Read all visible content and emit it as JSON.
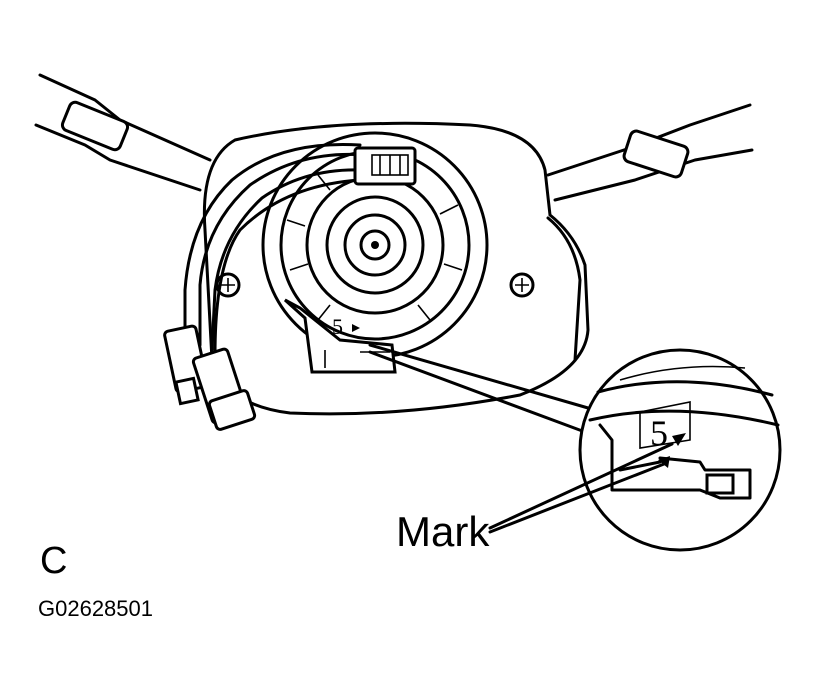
{
  "labels": {
    "mark": "Mark",
    "panel_letter": "C",
    "figure_id": "G02628501"
  },
  "detail_digit": "5",
  "colors": {
    "ink": "#000000",
    "paper": "#ffffff"
  }
}
